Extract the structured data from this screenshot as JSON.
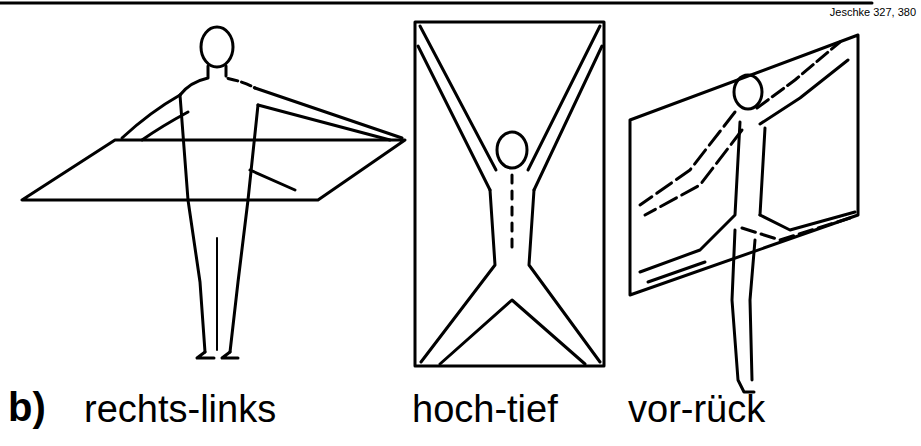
{
  "diagram": {
    "labels": [
      "Jeschke 327, 380",
      "b)",
      "rechts-links",
      "hoch-tief",
      "vor-rück"
    ]
  }
}
